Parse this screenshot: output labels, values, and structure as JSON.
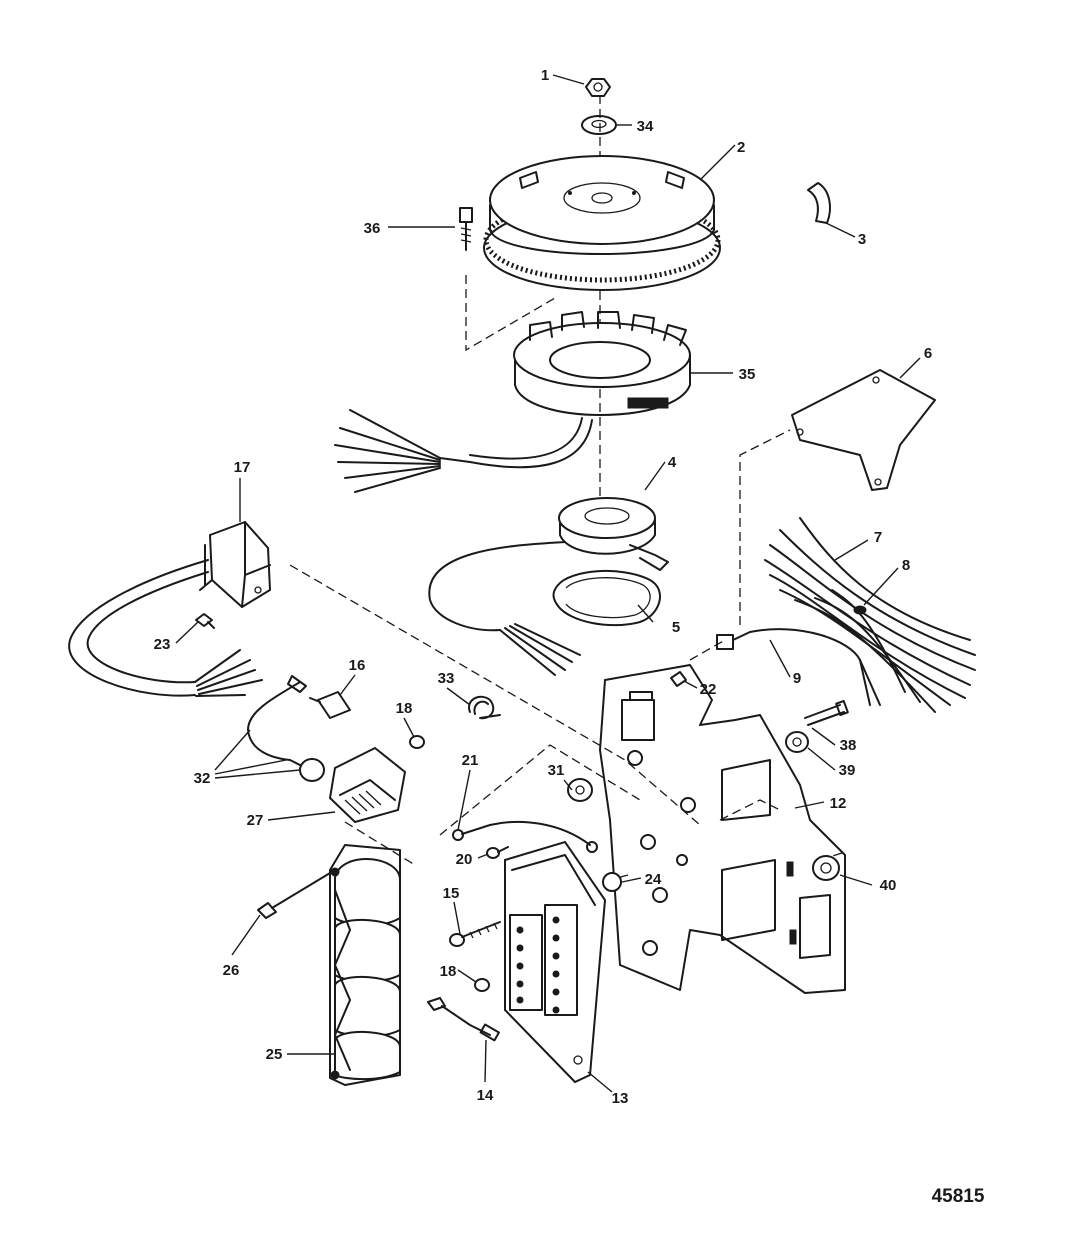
{
  "diagram": {
    "figure_number": "45815",
    "callouts": [
      {
        "id": "1",
        "text": "1"
      },
      {
        "id": "2",
        "text": "2"
      },
      {
        "id": "3",
        "text": "3"
      },
      {
        "id": "4",
        "text": "4"
      },
      {
        "id": "5",
        "text": "5"
      },
      {
        "id": "6",
        "text": "6"
      },
      {
        "id": "7",
        "text": "7"
      },
      {
        "id": "8",
        "text": "8"
      },
      {
        "id": "9",
        "text": "9"
      },
      {
        "id": "12",
        "text": "12"
      },
      {
        "id": "13",
        "text": "13"
      },
      {
        "id": "14",
        "text": "14"
      },
      {
        "id": "15",
        "text": "15"
      },
      {
        "id": "16",
        "text": "16"
      },
      {
        "id": "17",
        "text": "17"
      },
      {
        "id": "18a",
        "text": "18"
      },
      {
        "id": "18b",
        "text": "18"
      },
      {
        "id": "20",
        "text": "20"
      },
      {
        "id": "21",
        "text": "21"
      },
      {
        "id": "22",
        "text": "22"
      },
      {
        "id": "23",
        "text": "23"
      },
      {
        "id": "24",
        "text": "24"
      },
      {
        "id": "25",
        "text": "25"
      },
      {
        "id": "26",
        "text": "26"
      },
      {
        "id": "27",
        "text": "27"
      },
      {
        "id": "31",
        "text": "31"
      },
      {
        "id": "32",
        "text": "32"
      },
      {
        "id": "33",
        "text": "33"
      },
      {
        "id": "34",
        "text": "34"
      },
      {
        "id": "35",
        "text": "35"
      },
      {
        "id": "36",
        "text": "36"
      },
      {
        "id": "38",
        "text": "38"
      },
      {
        "id": "39",
        "text": "39"
      },
      {
        "id": "40",
        "text": "40"
      }
    ]
  }
}
